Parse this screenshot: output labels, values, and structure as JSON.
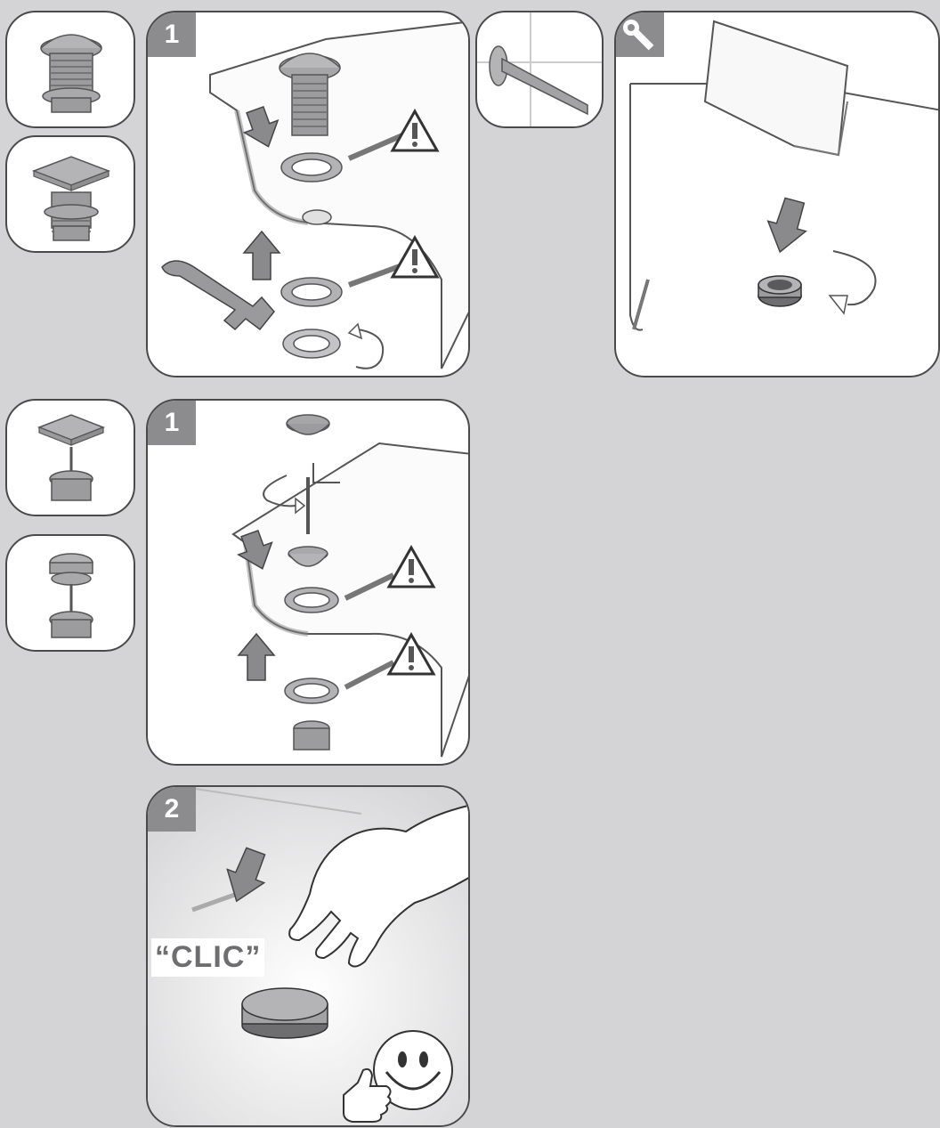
{
  "colors": {
    "background": "#d4d4d6",
    "panel": "#ffffff",
    "panel_border": "#4a4a4a",
    "badge": "#8c8c8e",
    "part_gray": "#9a9a9c",
    "arrow_gray": "#8a8a8c"
  },
  "steps": {
    "top": "1",
    "middle": "1",
    "bottom": "2"
  },
  "callout": "“CLIC”",
  "icons": {
    "maintenance": "wrench-icon",
    "warning": "warning-triangle-icon",
    "success": "smiley-thumbs-up-icon"
  }
}
